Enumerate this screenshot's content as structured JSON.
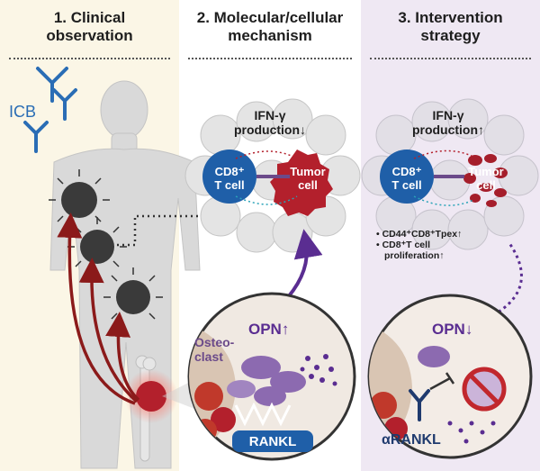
{
  "panels": [
    {
      "title_line1": "1. Clinical",
      "title_line2": "observation"
    },
    {
      "title_line1": "2. Molecular/cellular",
      "title_line2": "mechanism"
    },
    {
      "title_line1": "3. Intervention",
      "title_line2": "strategy"
    }
  ],
  "labels": {
    "icb": "ICB",
    "ifn_mech_line1": "IFN-γ",
    "ifn_mech_line2": "production↓",
    "ifn_int_line1": "IFN-γ",
    "ifn_int_line2": "production↑",
    "cd8_line1": "CD8⁺",
    "cd8_line2": "T cell",
    "tumor_line1": "Tumor",
    "tumor_line2": "cell",
    "bullet_1": "CD44⁺CD8⁺Tpex↑",
    "bullet_2_line1": "CD8⁺T cell",
    "bullet_2_line2": "proliferation↑",
    "opn_up": "OPN↑",
    "opn_down": "OPN↓",
    "osteoclast_line1": "Osteo-",
    "osteoclast_line2": "clast",
    "rankl": "RANKL",
    "anti_rankl": "αRANKL"
  },
  "colors": {
    "panel1_bg": "#fbf6e6",
    "panel2_bg": "#ffffff",
    "panel3_bg": "#efe8f3",
    "cd8_blue": "#1f5fa8",
    "tumor_red": "#b3202c",
    "osteoclast_purple": "#8c6ab0",
    "arrow_red": "#8b1a1a",
    "arrow_purple": "#5a2d91",
    "icb_blue": "#2a6db5"
  }
}
